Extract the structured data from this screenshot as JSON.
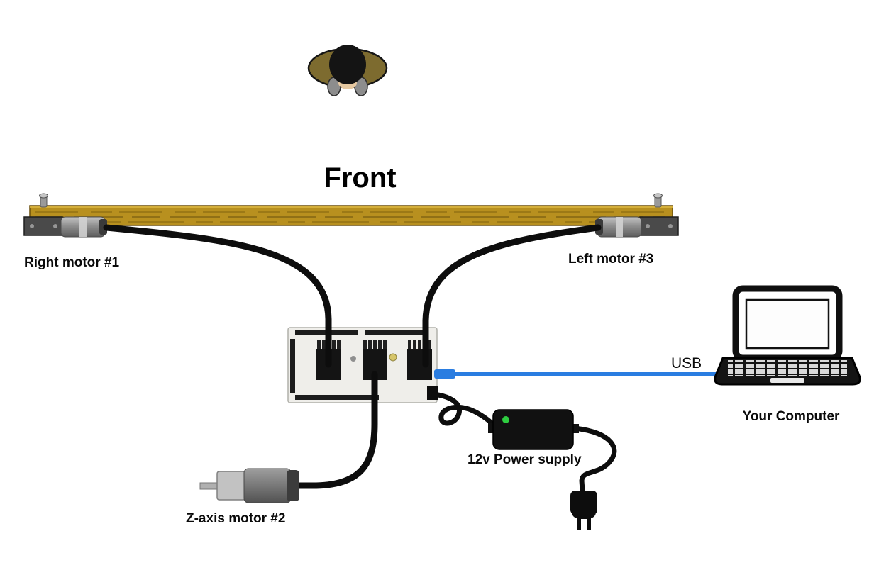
{
  "title": "Front",
  "labels": {
    "right_motor": "Right motor #1",
    "left_motor": "Left motor #3",
    "z_motor": "Z-axis motor #2",
    "power_supply": "12v Power supply",
    "usb": "USB",
    "computer": "Your Computer"
  },
  "colors": {
    "beam_wood": "#b8901f",
    "cable": "#0d0d0d",
    "usb_cable": "#2a7de1",
    "power_led": "#2ecc40",
    "background": "#ffffff"
  },
  "icons": {
    "person": "person-top-view-icon",
    "laptop": "laptop-icon",
    "plug": "power-plug-icon",
    "board": "controller-board",
    "power_supply": "power-supply-brick"
  }
}
